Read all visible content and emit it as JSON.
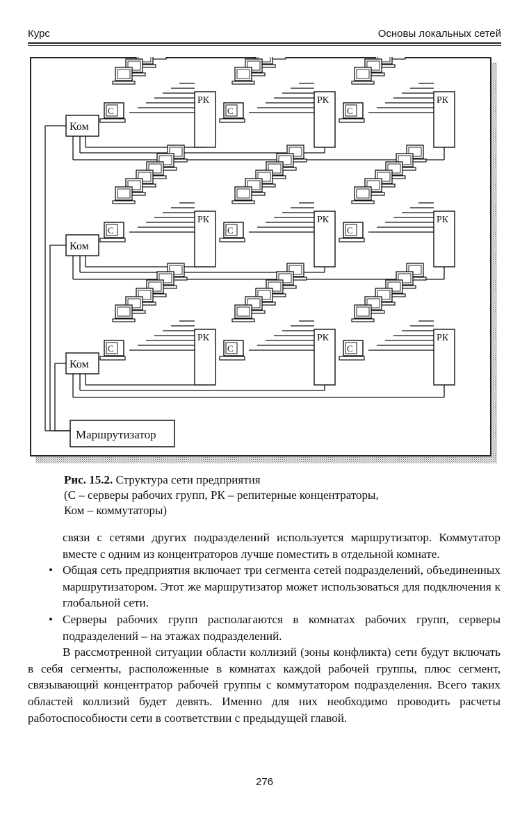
{
  "header": {
    "left": "Курс",
    "right": "Основы локальных сетей"
  },
  "figure": {
    "switch_label": "Ком",
    "server_label": "С",
    "hub_label": "РК",
    "router_label": "Маршрутизатор",
    "floors": 3,
    "groups_per_floor": 3
  },
  "caption": {
    "lead": "Рис. 15.2.",
    "title": " Структура сети предприятия",
    "line2": "(С – серверы рабочих групп, РК – репитерные концентраторы,",
    "line3": "Ком – коммутаторы)"
  },
  "body": {
    "p1": "связи с сетями других подразделений используется маршрутизатор. Коммутатор вместе с одним из концентраторов лучше поместить в отдельной комнате.",
    "bullet1": "Общая сеть предприятия включает три сегмента сетей подразделений, объединенных маршрутизатором. Этот же маршрутизатор может использоваться для подключения к глобальной сети.",
    "bullet2": "Серверы рабочих групп располагаются в комнатах рабочих групп, серверы подразделений – на этажах подразделений.",
    "p2": "В рассмотренной ситуации области коллизий (зоны конфликта) сети будут включать в себя сегменты, расположенные в комнатах каждой рабочей группы, плюс сегмент, связывающий концентратор рабочей группы с коммутатором подразделения. Всего таких областей коллизий будет девять. Именно для них необходимо проводить расчеты работоспособности сети в соответствии с предыдущей главой.",
    "bullet_symbol": "•"
  },
  "page_number": "276"
}
